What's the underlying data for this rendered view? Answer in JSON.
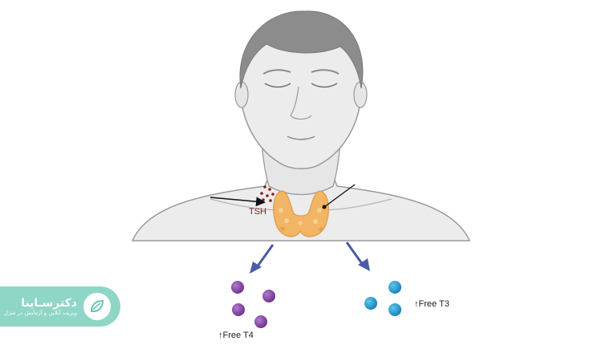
{
  "labels": {
    "tsh": "TSH",
    "free_t4": "↑Free T4",
    "free_t3": "↑Free T3"
  },
  "brand": {
    "name": "دکترسـاینا",
    "tagline": "ویزیت آنلاین و آزمایش در منزل",
    "icon": "leaf-logo-icon"
  },
  "colors": {
    "skin": "#e9e9e9",
    "outline": "#9a9a9a",
    "hair": "#8c8c8c",
    "thyroid": "#f2b565",
    "tsh": "#8b1c24",
    "t4": "#7a3f96",
    "t3": "#1f9ed3",
    "arrow": "#4a5aa8",
    "brand": "#8fd6c6"
  }
}
